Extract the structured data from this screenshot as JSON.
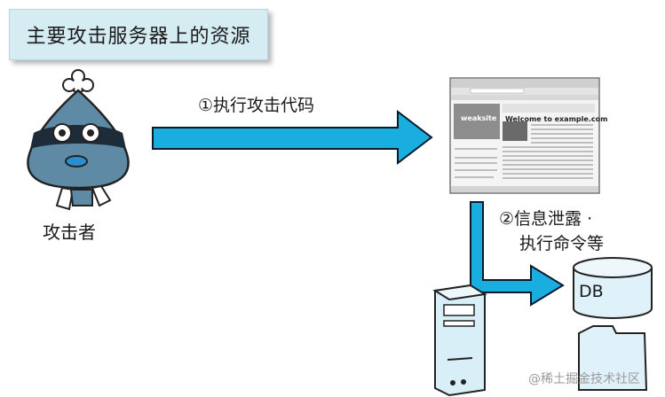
{
  "title": "主要攻击服务器上的资源",
  "attacker": {
    "label": "攻击者"
  },
  "step1": {
    "label": "①执行攻击代码"
  },
  "step2": {
    "line1": "②信息泄露 ·",
    "line2": "执行命令等"
  },
  "database": {
    "label": "DB"
  },
  "browser_window": {
    "site_name": "weaksite",
    "heading": "Welcome to example.com"
  },
  "watermark": "@稀土掘金技术社区",
  "colors": {
    "arrow_fill": "#1aaee0",
    "arrow_stroke": "#0a1a2a",
    "title_bg": "#d5ecf3",
    "server_fill": "#d9eff7",
    "db_fill": "#dff2fa"
  }
}
